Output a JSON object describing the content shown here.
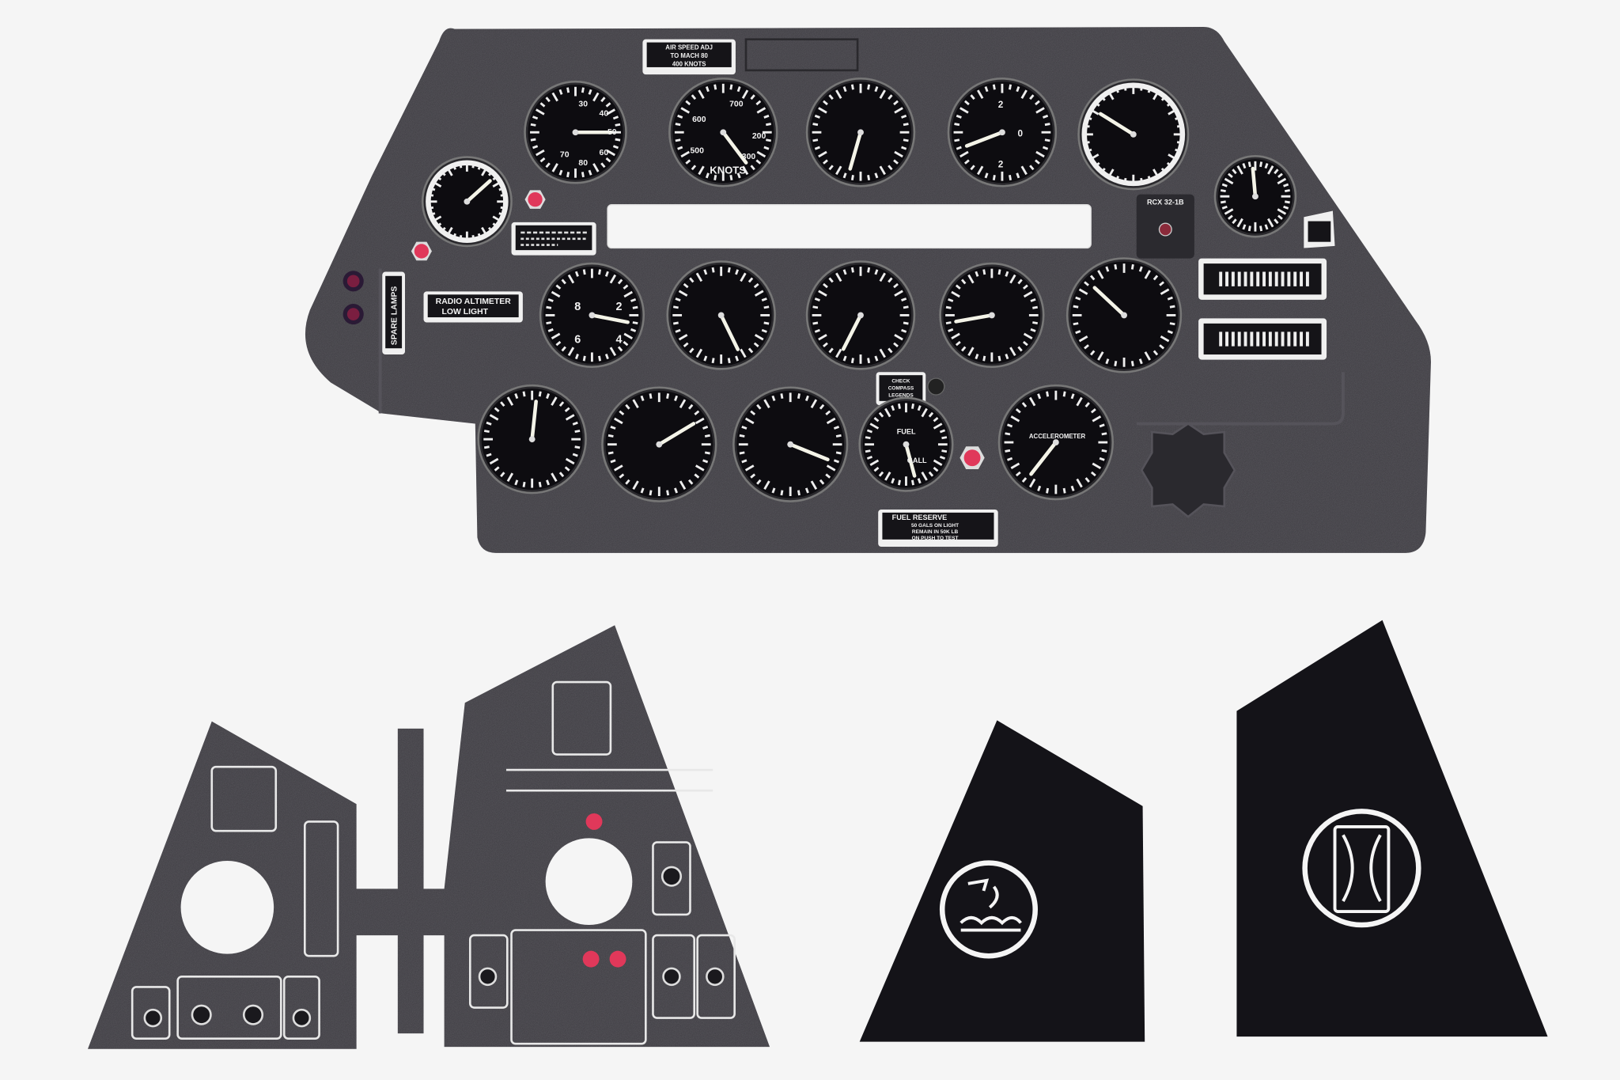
{
  "colors": {
    "background": "#f5f5f5",
    "panel": "#3b393f",
    "panel_dark": "#26252a",
    "dial": "#0d0c10",
    "marking": "#f0f0f0",
    "lamp": "#e0385a"
  },
  "main_panel": {
    "placards": {
      "airspeed": [
        "AIR SPEED ADJ",
        "TO MACH 80",
        "400 KNOTS"
      ],
      "radio_altimeter": [
        "RADIO ALTIMETER",
        "LOW LIGHT"
      ],
      "spare_lamps": "SPARE LAMPS",
      "check_compass": [
        "CHECK",
        "COMPASS",
        "LEGENDS"
      ],
      "fuel_reserve": [
        "FUEL RESERVE",
        "50 GALS ON LIGHT",
        "REMAIN IN 50K LB",
        "ON PUSH TO TEST"
      ],
      "top_right": "RCX 32-1B",
      "accelerometer": "ACCELEROMETER",
      "knots": "KNOTS"
    },
    "dial_numbers": {
      "clock": [
        "8",
        "2",
        "6",
        "4"
      ],
      "airspeed": [
        "700",
        "600",
        "500",
        "200",
        "300"
      ],
      "manifold": [
        "30",
        "40",
        "50",
        "60",
        "70",
        "80"
      ],
      "vsi": [
        "2",
        "0",
        "2"
      ],
      "fuel": [
        "FUEL",
        "GALL"
      ]
    }
  },
  "side_panels": {
    "left_circle_icon": "hydraulic-gear-icon",
    "right_circle_icon": "landing-gear-indicator-icon"
  }
}
